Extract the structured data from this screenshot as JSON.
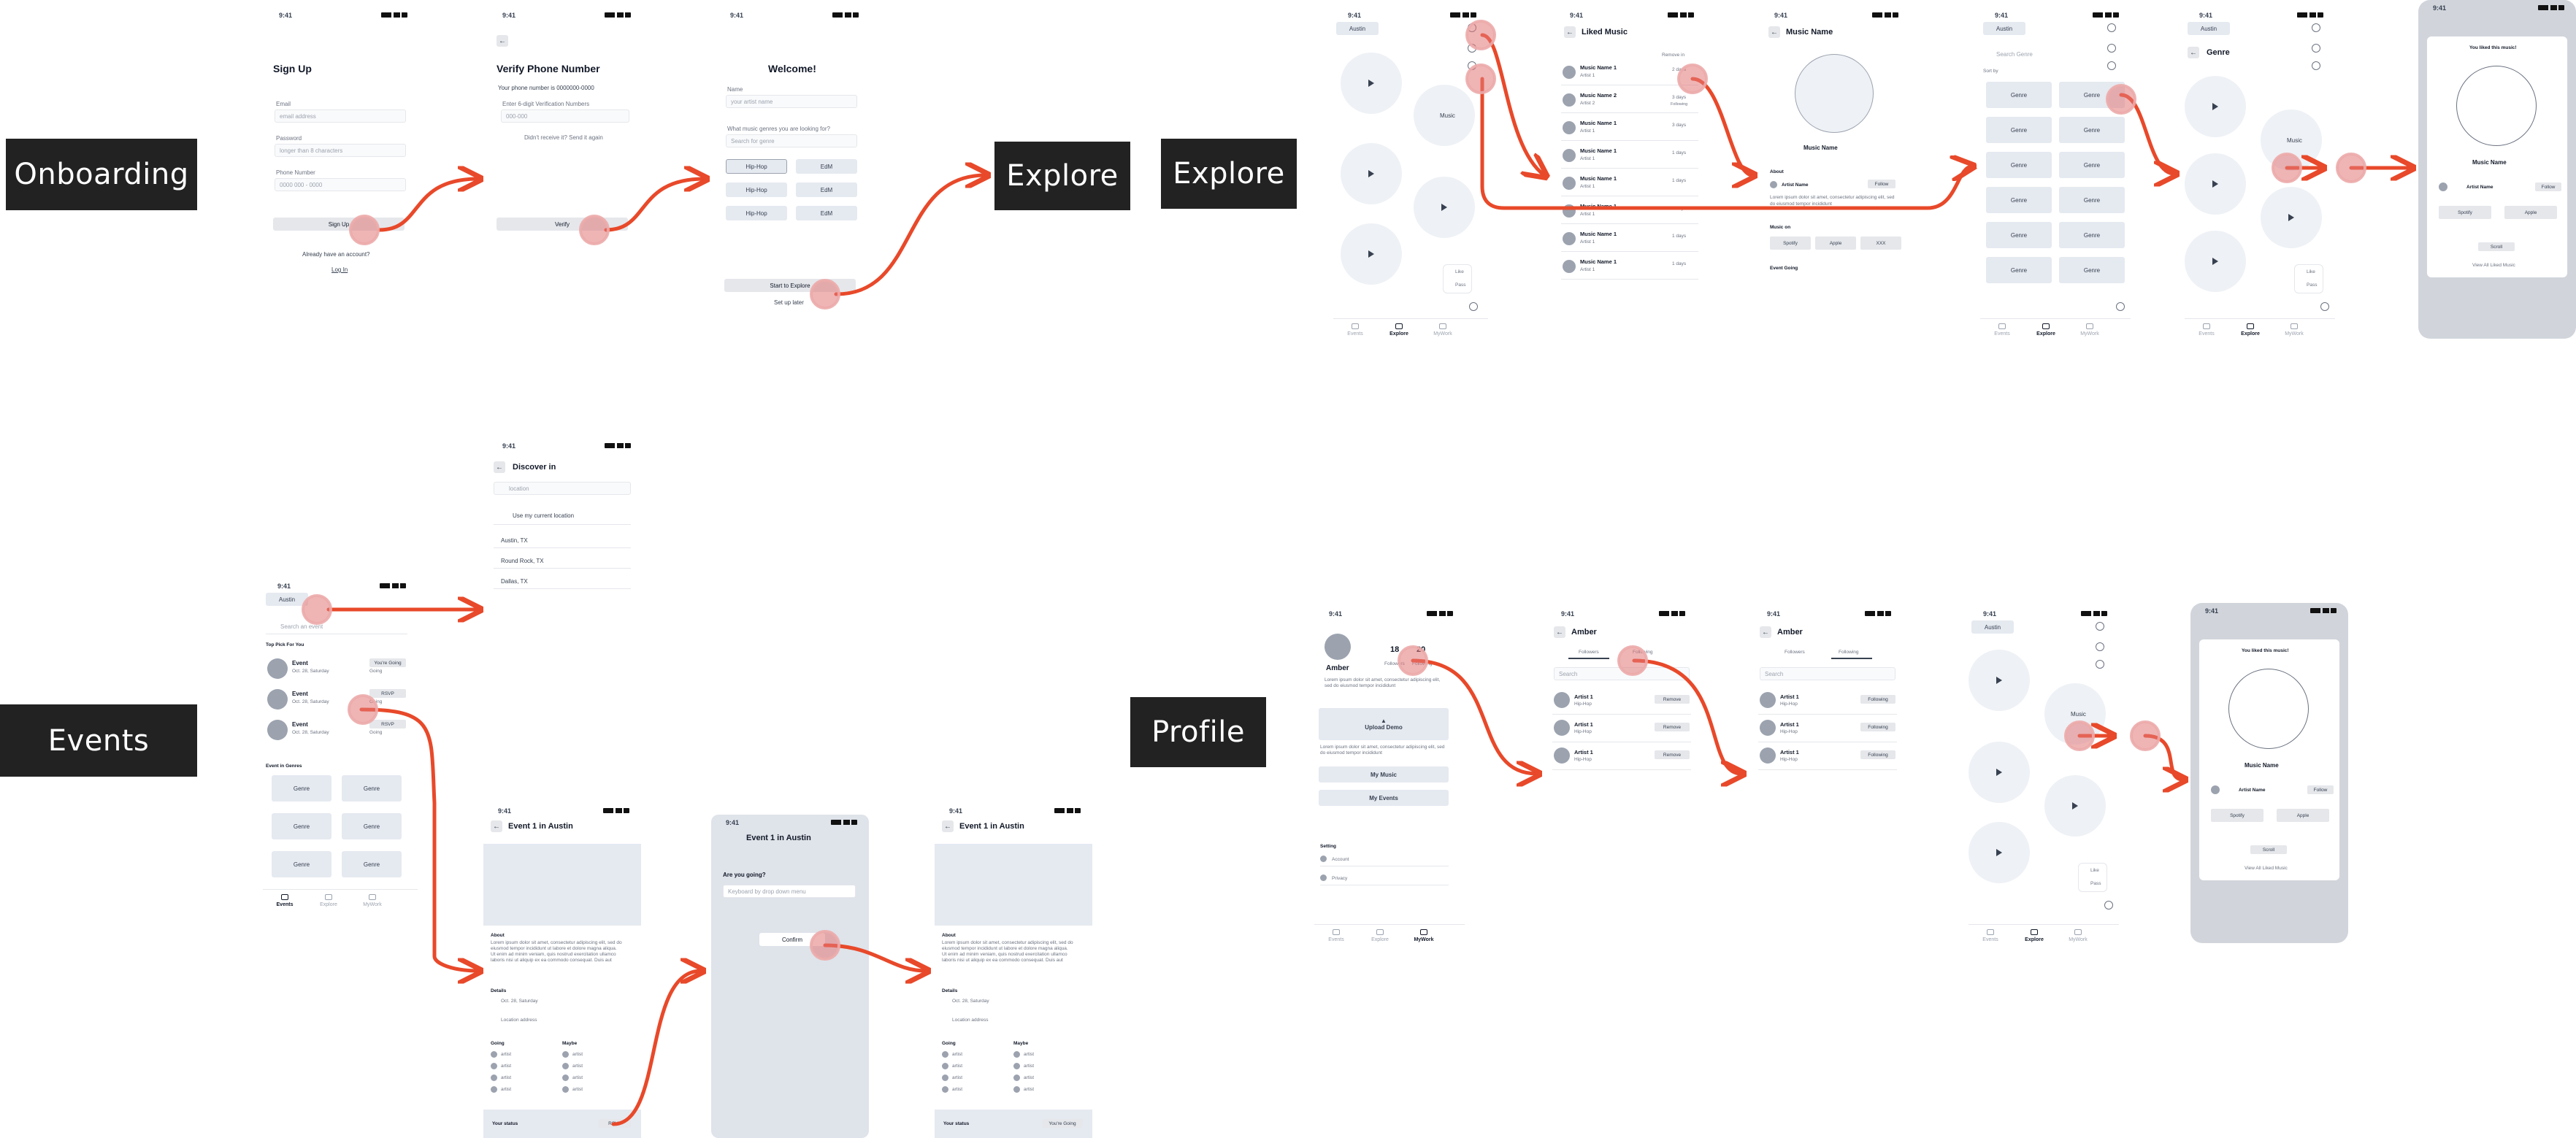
{
  "labels": {
    "onboarding": "Onboarding",
    "explore_left": "Explore",
    "explore_right": "Explore",
    "events": "Events",
    "profile": "Profile"
  },
  "status_time": "9:41",
  "signup": {
    "title": "Sign Up",
    "email_label": "Email",
    "email_ph": "email address",
    "password_label": "Password",
    "password_ph": "longer than 8 characters",
    "phone_label": "Phone Number",
    "phone_ph": "0000 000 - 0000",
    "button": "Sign Up",
    "have_account": "Already have an account?",
    "login": "Log In"
  },
  "verify": {
    "title": "Verify Phone Number",
    "subtitle": "Your phone number is 0000000-0000",
    "code_label": "Enter 6-digit Verification Numbers",
    "code_ph": "000-000",
    "resend": "Didn't receive it? Send it again",
    "button": "Verify"
  },
  "welcome": {
    "title": "Welcome!",
    "name_label": "Name",
    "name_ph": "your artist name",
    "genre_q": "What music genres you are looking for?",
    "genre_ph": "Search for genre",
    "chips": [
      "Hip-Hop",
      "EdM",
      "Hip-Hop",
      "EdM",
      "Hip-Hop",
      "EdM"
    ],
    "button": "Start to Explore",
    "later": "Set up later"
  },
  "explore": {
    "location": "Austin",
    "music": "Music",
    "like": "Like",
    "pass": "Pass",
    "tabs": [
      "Events",
      "Explore",
      "MyWork"
    ]
  },
  "liked": {
    "title": "Liked Music",
    "remove": "Remove in",
    "items": [
      {
        "name": "Music Name 1",
        "artist": "Artist 1",
        "time": "2 days"
      },
      {
        "name": "Music Name 2",
        "artist": "Artist 2",
        "time": "3 days",
        "extra": "Following"
      },
      {
        "name": "Music Name 1",
        "artist": "Artist 1",
        "time": "3 days"
      },
      {
        "name": "Music Name 1",
        "artist": "Artist 1",
        "time": "1 days"
      },
      {
        "name": "Music Name 1",
        "artist": "Artist 1",
        "time": "1 days"
      },
      {
        "name": "Music Name 1",
        "artist": "Artist 1",
        "time": "1 days"
      },
      {
        "name": "Music Name 1",
        "artist": "Artist 1",
        "time": "1 days"
      },
      {
        "name": "Music Name 1",
        "artist": "Artist 1",
        "time": "1 days"
      }
    ]
  },
  "music_detail": {
    "title": "Music Name",
    "name": "Music Name",
    "about": "About",
    "artist": "Artist Name",
    "follow": "Follow",
    "desc": "Lorem ipsum dolor sit amet, consectetur adipiscing elit, sed do eiusmod tempor incididunt",
    "music_on": "Music on",
    "platforms": [
      "Spotify",
      "Apple",
      "XXX"
    ],
    "event_going": "Event Going"
  },
  "genre_screen": {
    "location": "Austin",
    "search_ph": "Search Genre",
    "sort": "Sort by",
    "genre": "Genre",
    "title": "Genre"
  },
  "liked_modal": {
    "title": "You liked this music!",
    "name": "Music Name",
    "artist": "Artist Name",
    "follow": "Follow",
    "spotify": "Spotify",
    "apple": "Apple",
    "scroll": "Scroll",
    "view_all": "View All Liked Music"
  },
  "discover": {
    "title": "Discover in",
    "search_ph": "location",
    "current": "Use my current location",
    "cities": [
      "Austin, TX",
      "Round Rock, TX",
      "Dallas, TX"
    ]
  },
  "events_home": {
    "location": "Austin",
    "search_ph": "Search an event",
    "top_pick": "Top Pick For You",
    "events": [
      {
        "title": "Event",
        "date": "Oct. 28, Saturday",
        "going": "Going",
        "status": "You're Going"
      },
      {
        "title": "Event",
        "date": "Oct. 28, Saturday",
        "going": "Going",
        "status": "RSVP"
      },
      {
        "title": "Event",
        "date": "Oct. 28, Saturday",
        "going": "Going",
        "status": "RSVP"
      }
    ],
    "in_genres": "Event in Genres",
    "genre": "Genre",
    "tabs": [
      "Events",
      "Explore",
      "MyWork"
    ]
  },
  "event_detail": {
    "title": "Event 1 in Austin",
    "about": "About",
    "desc": "Lorem ipsum dolor sit amet, consectetur adipiscing elit, sed do eiusmod tempor incididunt ut labore et dolore magna aliqua. Ut enim ad minim veniam, quis nostrud exercitation ullamco laboris nisi ut aliquip ex ea commodo consequat. Duis aut",
    "details": "Details",
    "date": "Oct. 28, Saturday",
    "location": "Location address",
    "going": "Going",
    "maybe": "Maybe",
    "artist": "artist",
    "your_status": "Your status",
    "status_btn": "RSVP",
    "status_going": "You're Going"
  },
  "rsvp": {
    "title": "Event 1 in Austin",
    "question": "Are you going?",
    "select_ph": "Keyboard by drop down menu",
    "confirm": "Confirm"
  },
  "profile": {
    "name": "Amber",
    "followers": "18",
    "following": "20",
    "followers_label": "Followers",
    "following_label": "Following",
    "bio": "Lorem ipsum dolor sit amet, consectetur adipiscing elit, sed do eiusmod tempor incididunt",
    "upload": "Upload Demo",
    "upload_desc": "Lorem ipsum dolor sit amet, consectetur adipiscing elit, sed do eiusmod tempor incididunt",
    "my_music": "My Music",
    "my_events": "My Events",
    "setting": "Setting",
    "account": "Account",
    "privacy": "Privacy",
    "tabs": [
      "Events",
      "Explore",
      "MyWork"
    ]
  },
  "follow_list": {
    "title": "Amber",
    "followers": "Followers",
    "following": "Following",
    "search_ph": "Search",
    "artist": "Artist 1",
    "genre": "Hip-Hop",
    "remove": "Remove",
    "following_btn": "Following"
  },
  "colors": {
    "accent": "#e8492a",
    "tap": "#e27878",
    "label_bg": "#222222",
    "tile": "#e5e9f0"
  }
}
